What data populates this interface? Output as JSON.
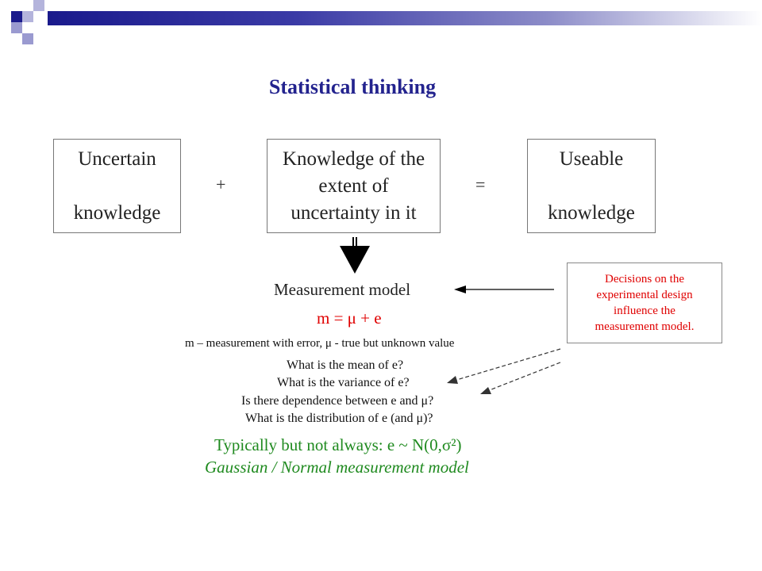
{
  "slide": {
    "title": "Statistical thinking",
    "boxes": {
      "uncertain": [
        "Uncertain",
        "knowledge"
      ],
      "extent": [
        "Knowledge of the",
        "extent of",
        "uncertainty in it"
      ],
      "useable": [
        "Useable",
        "knowledge"
      ]
    },
    "operators": {
      "plus": "+",
      "equals": "="
    },
    "model_label": "Measurement model",
    "formula": "m = μ + e",
    "definition": "m – measurement with error, μ - true but unknown value",
    "questions": [
      "What is the mean of e?",
      "What is the variance of e?",
      "Is there dependence between e and μ?",
      "What is the distribution of e (and μ)?"
    ],
    "decision_note": [
      "Decisions on the",
      "experimental design",
      "influence the",
      "measurement model."
    ],
    "typically": "Typically but not always: e ~ N(0,σ²)",
    "gaussian": "Gaussian / Normal measurement model"
  },
  "colors": {
    "title": "#23238e",
    "red": "#e00000",
    "green": "#1f8a1f",
    "header_dark": "#1a1a8c",
    "header_light": "#9a9ad0"
  }
}
